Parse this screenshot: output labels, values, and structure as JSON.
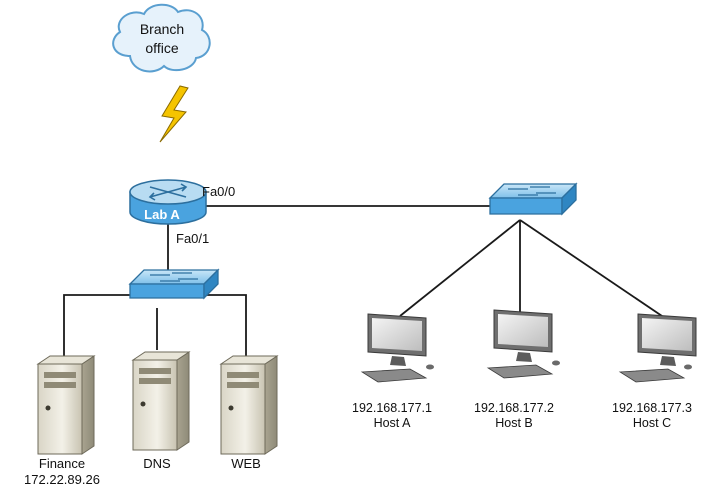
{
  "cloud": {
    "line1": "Branch",
    "line2": "office"
  },
  "router": {
    "name": "Lab A",
    "port_top": "Fa0/0",
    "port_bottom": "Fa0/1"
  },
  "servers": [
    {
      "name": "Finance",
      "ip": "172.22.89.26"
    },
    {
      "name": "DNS",
      "ip": ""
    },
    {
      "name": "WEB",
      "ip": ""
    }
  ],
  "hosts": [
    {
      "ip": "192.168.177.1",
      "name": "Host A"
    },
    {
      "ip": "192.168.177.2",
      "name": "Host B"
    },
    {
      "ip": "192.168.177.3",
      "name": "Host C"
    }
  ],
  "colors": {
    "device_blue": "#4aa3df",
    "device_top": "#b8dcf2",
    "cloud_fill": "#e6f2fb",
    "cloud_stroke": "#5a9fd0",
    "lightning": "#f5c400"
  }
}
